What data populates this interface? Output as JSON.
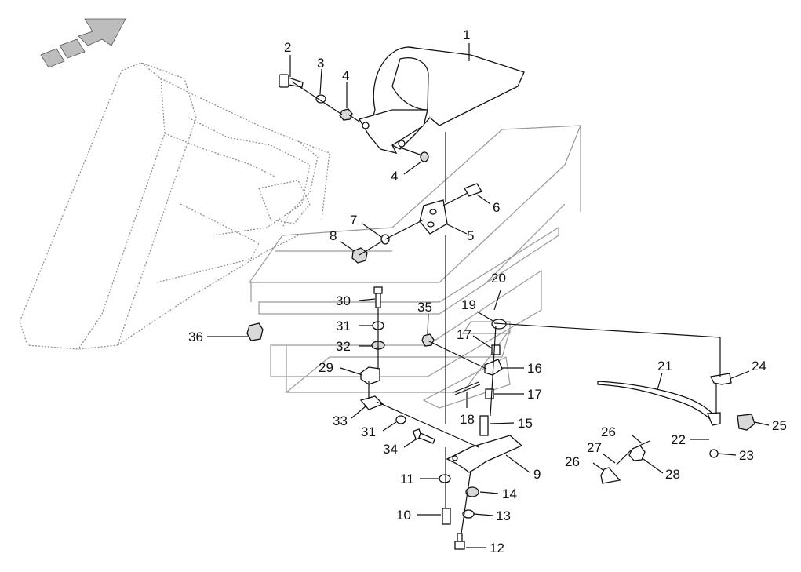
{
  "labels": {
    "l1": "1",
    "l2": "2",
    "l3": "3",
    "l4a": "4",
    "l4b": "4",
    "l5": "5",
    "l6": "6",
    "l7": "7",
    "l8": "8",
    "l9": "9",
    "l10": "10",
    "l11": "11",
    "l12": "12",
    "l13": "13",
    "l14": "14",
    "l15": "15",
    "l16": "16",
    "l17a": "17",
    "l17b": "17",
    "l18": "18",
    "l19": "19",
    "l20": "20",
    "l21": "21",
    "l22": "22",
    "l23": "23",
    "l24": "24",
    "l25": "25",
    "l26a": "26",
    "l26b": "26",
    "l27": "27",
    "l28": "28",
    "l29": "29",
    "l30": "30",
    "l31a": "31",
    "l31b": "31",
    "l32": "32",
    "l33": "33",
    "l34": "34",
    "l35": "35",
    "l36": "36"
  },
  "colors": {
    "ink": "#111111",
    "ghost": "#8a8a8a",
    "arrow": "#bdbdbd"
  },
  "icons": {
    "direction": "forward-arrow-icon"
  }
}
